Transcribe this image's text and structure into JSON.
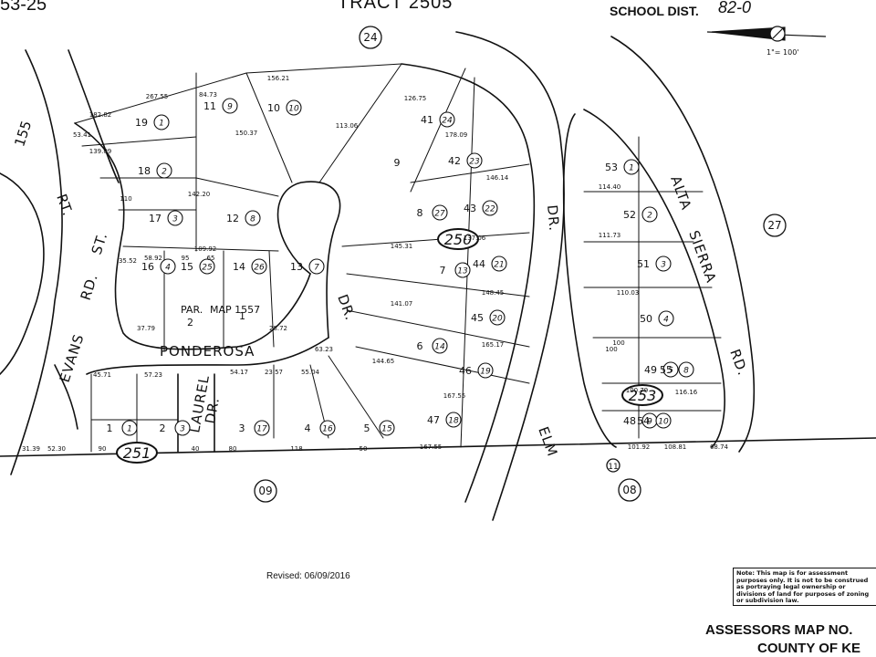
{
  "header": {
    "book_page": "53-25",
    "tract": "TRACT  2505",
    "school_dist": "SCHOOL DIST.",
    "school_dist_no": "82-0",
    "scale": "1\"= 100'"
  },
  "streets": {
    "evans": "EVANS",
    "evans_rd": "RD.",
    "st": "ST.",
    "rt": "RT.",
    "ponderosa": "PONDEROSA",
    "dr": "DR.",
    "laurel": "LAUREL",
    "laurel_dr": "DR.",
    "elm": "ELM",
    "elm_dr": "DR.",
    "alta": "ALTA",
    "sierra": "SIERRA",
    "alta_rd": "RD."
  },
  "adjacent_pages": [
    "24",
    "27",
    "09",
    "08",
    "11"
  ],
  "block_numbers": [
    "250",
    "251",
    "253"
  ],
  "parcel_map": {
    "par": "PAR.",
    "map": "MAP 1557",
    "p2": "2",
    "p1": "1"
  },
  "lots": [
    {
      "lot": "19",
      "parcel": "1"
    },
    {
      "lot": "18",
      "parcel": "2"
    },
    {
      "lot": "17",
      "parcel": "3"
    },
    {
      "lot": "11",
      "parcel": "9"
    },
    {
      "lot": "10",
      "parcel": "10"
    },
    {
      "lot": "12",
      "parcel": "8"
    },
    {
      "lot": "16",
      "parcel": "4"
    },
    {
      "lot": "15",
      "parcel": "25"
    },
    {
      "lot": "14",
      "parcel": "26"
    },
    {
      "lot": "13",
      "parcel": "7"
    },
    {
      "lot": "9",
      "parcel": ""
    },
    {
      "lot": "8",
      "parcel": "27"
    },
    {
      "lot": "7",
      "parcel": "13"
    },
    {
      "lot": "6",
      "parcel": "14"
    },
    {
      "lot": "5",
      "parcel": "15"
    },
    {
      "lot": "4",
      "parcel": "16"
    },
    {
      "lot": "3",
      "parcel": "17"
    },
    {
      "lot": "41",
      "parcel": "24"
    },
    {
      "lot": "42",
      "parcel": "23"
    },
    {
      "lot": "43",
      "parcel": "22"
    },
    {
      "lot": "44",
      "parcel": "21"
    },
    {
      "lot": "45",
      "parcel": "20"
    },
    {
      "lot": "46",
      "parcel": "19"
    },
    {
      "lot": "47",
      "parcel": "18"
    },
    {
      "lot": "1",
      "parcel": "1"
    },
    {
      "lot": "2",
      "parcel": "3"
    },
    {
      "lot": "53",
      "parcel": "1"
    },
    {
      "lot": "52",
      "parcel": "2"
    },
    {
      "lot": "51",
      "parcel": "3"
    },
    {
      "lot": "50",
      "parcel": "4"
    },
    {
      "lot": "49",
      "parcel": "5"
    },
    {
      "lot": "55",
      "parcel": "8"
    },
    {
      "lot": "48",
      "parcel": "9"
    },
    {
      "lot": "54",
      "parcel": "10"
    }
  ],
  "dimensions": [
    "267.55",
    "84.73",
    "156.21",
    "182.82",
    "139.09",
    "110",
    "142.20",
    "109.92",
    "113.06",
    "126.75",
    "178.09",
    "146.14",
    "137.06",
    "145.31",
    "141.07",
    "148.45",
    "165.17",
    "167.55",
    "167.55",
    "144.65",
    "45.71",
    "57.23",
    "54.17",
    "23.57",
    "55.04",
    "63.23",
    "101.92",
    "108.81",
    "68.74",
    "114.40",
    "111.73",
    "110.03",
    "100",
    "100.79",
    "116.16",
    "31.39",
    "52.30",
    "90",
    "40",
    "80",
    "118",
    "50",
    "35.52",
    "58.92",
    "95",
    "65",
    "37.79",
    "28.72",
    "100",
    "150.37",
    "53.41",
    "155"
  ],
  "footer": {
    "revised": "Revised:  06/09/2016",
    "note": "Note: This map is for assessment purposes only. It is not to be construed as portraying legal ownership or divisions of land for purposes of zoning or subdivision law.",
    "title": "ASSESSORS MAP NO.",
    "county": "COUNTY OF KE"
  }
}
